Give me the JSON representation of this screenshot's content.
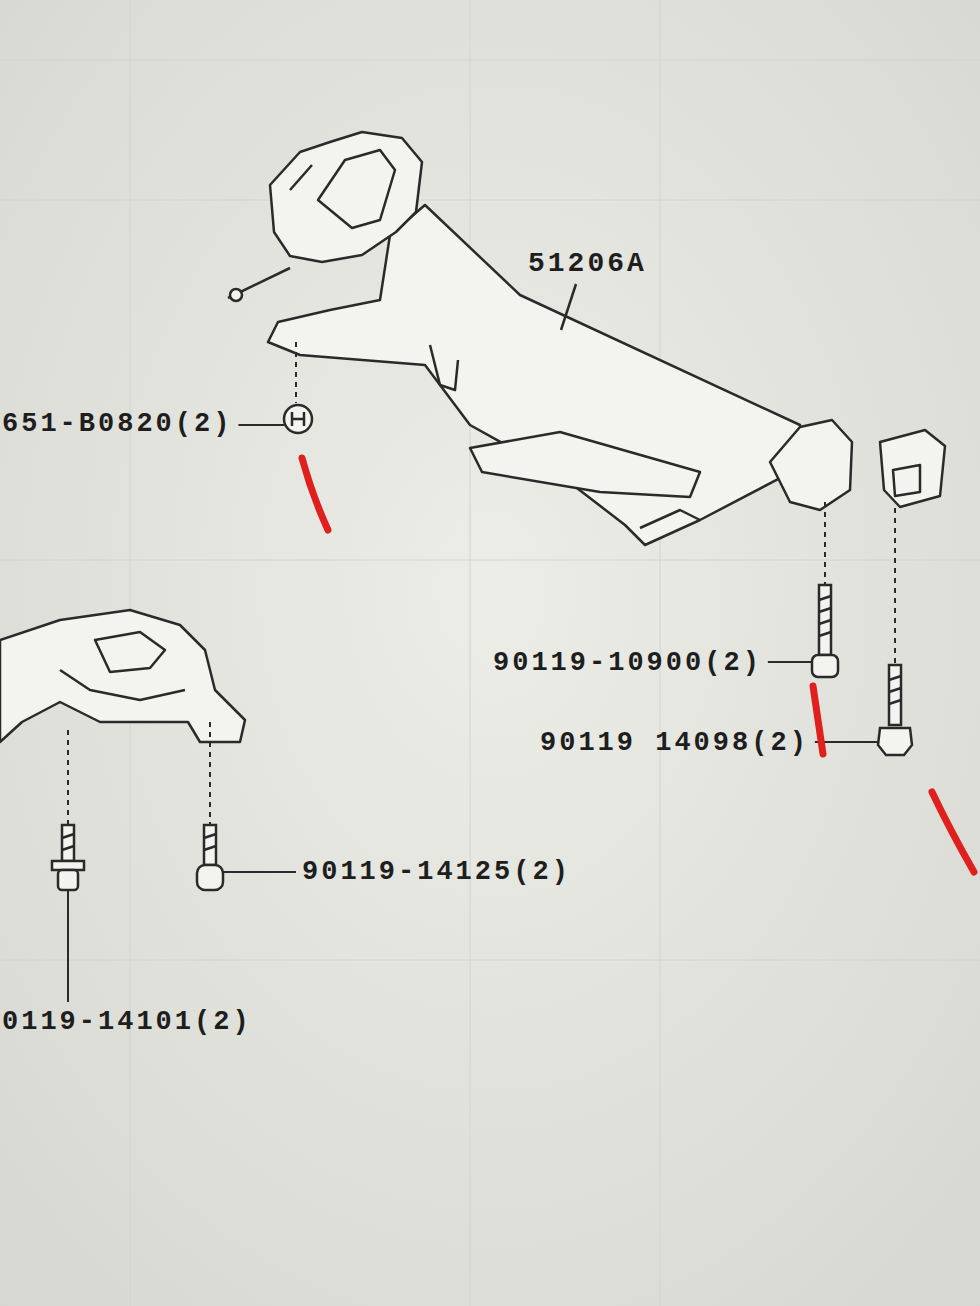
{
  "diagram": {
    "labels": [
      "51206A",
      "651-B0820(2)",
      "90119-10900(2)",
      "90119 14098(2)",
      "90119-14125(2)",
      "0119-14101(2)"
    ]
  }
}
